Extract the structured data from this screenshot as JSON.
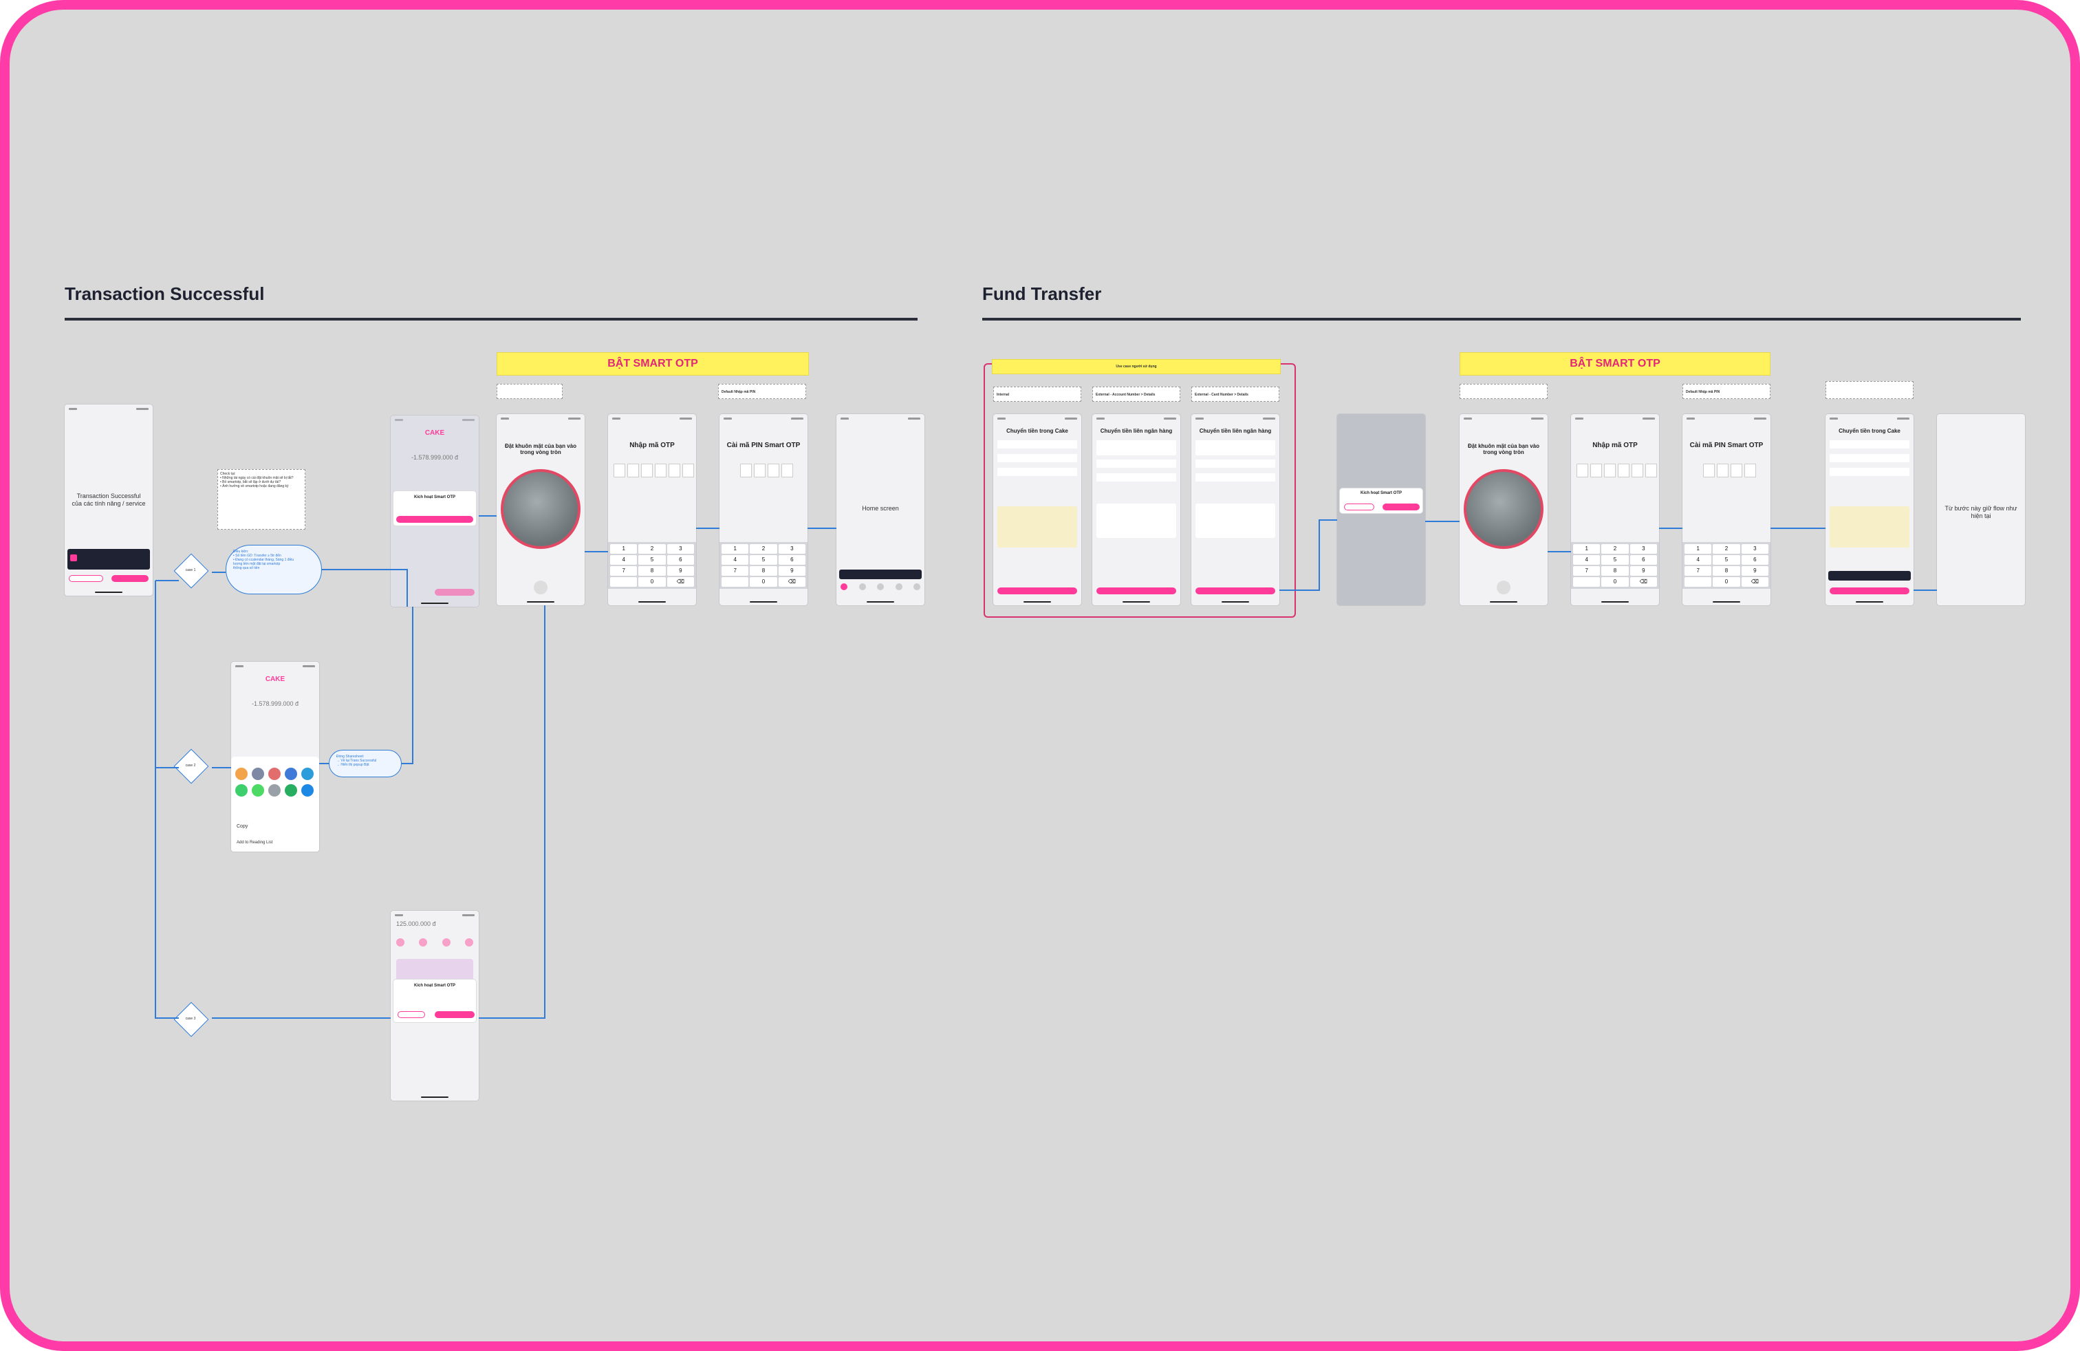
{
  "sections": {
    "left_title": "Transaction Successful",
    "right_title": "Fund Transfer"
  },
  "banners": {
    "left": "BẬT SMART OTP",
    "right": "BẬT SMART OTP"
  },
  "screens": {
    "tx_success_text": "Transaction Successful\ncủa các tính năng / service",
    "home_screen": "Home screen",
    "face_title": "Đặt khuôn mặt của bạn vào trong vòng tròn",
    "otp_title": "Nhập mã OTP",
    "pin_title": "Cài mã PIN Smart OTP",
    "transfer_title": "Chuyển tiền trong Cake",
    "bank_title": "Chuyển tiền liên ngân hàng",
    "smart_otp_dialog": "Kích hoạt Smart OTP",
    "receipt_amount": "-1.578.999.000 đ",
    "home_balance": "125.000.000 đ",
    "fund_note": "Từ bước này giữ flow như hiện tại",
    "share_copy": "Copy",
    "share_reading": "Add to Reading List"
  },
  "labels": {
    "case1": "case 1",
    "case2": "case 2",
    "case3": "case 3",
    "default_pin": "Default Nhập mã PIN",
    "fund_red": "Use case người sử dụng",
    "fund_l1": "Internal",
    "fund_l2": "External - Account Number > Details",
    "fund_l3": "External - Card Number > Details"
  },
  "notes": {
    "left_note": "Check tại:\n• Những tài ngày có cài đặt khuôn mặt sẽ bị tắt?\n• Bỏ smartotp, bắt sẽ lập ở dưới dự tài?\n• Ảnh hưởng về smartotp hoặc đang đăng ký",
    "bubble1": "Điều kiện:\n• Số tiền GD: Transfer ≥ 5tr đến\n• Đang có ccalendar tháng, Sáng 1 điều\n  lượng tiền mặt đặt tại smartotp\n  thông qua số tiền",
    "bubble2": "Đóng Sharesheet:\n→ Về lại Trans Successful\n→ Hiển thị popup Bật"
  },
  "colors": {
    "border": "#ff3ba7",
    "canvas": "#d9d9d9",
    "accent": "#ff3b9a",
    "banner": "#fff25c",
    "connector": "#2f7cd8"
  }
}
